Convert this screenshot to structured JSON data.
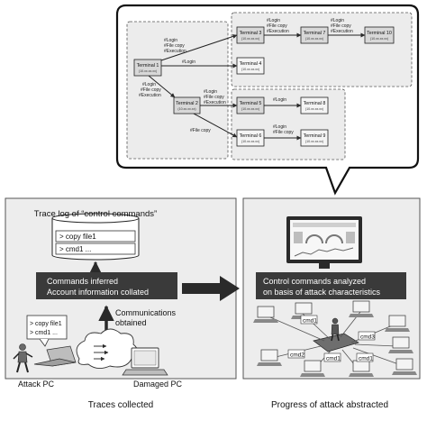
{
  "network": {
    "terminals": [
      {
        "id": "t1",
        "name": "Terminal 1",
        "ip": "(10.xx.xx.xx)"
      },
      {
        "id": "t2",
        "name": "Terminal 2",
        "ip": "(10.xx.xx.xx)"
      },
      {
        "id": "t3",
        "name": "Terminal 3",
        "ip": "(10.xx.xx.xx)"
      },
      {
        "id": "t4",
        "name": "Terminal 4",
        "ip": "(10.xx.xx.xx)"
      },
      {
        "id": "t5",
        "name": "Terminal 5",
        "ip": "(10.xx.xx.xx)"
      },
      {
        "id": "t6",
        "name": "Terminal 6",
        "ip": "(10.xx.xx.xx)"
      },
      {
        "id": "t7",
        "name": "Terminal 7",
        "ip": "(10.xx.xx.xx)"
      },
      {
        "id": "t8",
        "name": "Terminal 8",
        "ip": "(10.xx.xx.xx)"
      },
      {
        "id": "t9",
        "name": "Terminal 9",
        "ip": "(10.xx.xx.xx)"
      },
      {
        "id": "t10",
        "name": "Terminal 10",
        "ip": "(10.xx.xx.xx)"
      }
    ],
    "edge_labels": {
      "t1_t3": [
        "#Login",
        "#File copy",
        "#Execution"
      ],
      "t1_t4": [
        "#Login"
      ],
      "t1_t2": [
        "#Login",
        "#File copy",
        "#Execution"
      ],
      "t3_t7": [
        "#Login",
        "#File copy",
        "#Execution"
      ],
      "t7_t10": [
        "#Login",
        "#File copy",
        "#Execution"
      ],
      "t2_t5": [
        "#Login",
        "#File copy",
        "#Execution"
      ],
      "t2_t6": [
        "#File copy"
      ],
      "t5_t8": [
        "#Login"
      ],
      "t6_t9": [
        "#Login",
        "#File copy"
      ]
    }
  },
  "left_panel": {
    "db_title": "Trace log of “control commands”",
    "db_rows": [
      "> copy file1",
      "> cmd1 ..."
    ],
    "commands_box": [
      "Commands inferred",
      "Account information collated"
    ],
    "comms_label": [
      "Communications",
      "obtained"
    ],
    "attack_pc_screen": [
      "> copy file1",
      "> cmd1 ..."
    ],
    "attack_pc_label": "Attack PC",
    "damaged_pc_label": "Damaged PC",
    "caption": "Traces collected"
  },
  "right_panel": {
    "analysis_box": [
      "Control commands analyzed",
      "on basis of  attack characteristics"
    ],
    "cmd_tags": [
      "cmd1",
      "cmd3",
      "cmd2",
      "cmd1",
      "cmd1"
    ],
    "caption": "Progress of attack abstracted"
  },
  "colors": {
    "dark_box": "#3a3a3a",
    "panel_fill": "#ededed",
    "arrow": "#2a2a2a"
  }
}
